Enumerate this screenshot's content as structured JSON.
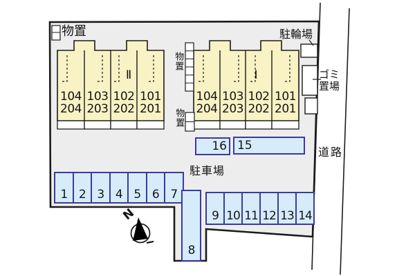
{
  "colors": {
    "site_fill": "#ededed",
    "building_fill": "#f8f2c4",
    "parking_fill": "#d6ecfa",
    "parking_border": "#3a3aa0",
    "outline": "#1b1b1b"
  },
  "labels": {
    "storage_top": "物置",
    "storage_between_upper": "物置",
    "storage_between_lower": "物置",
    "bicycle_parking": "駐輪場",
    "garbage_line1": "ゴミ",
    "garbage_line2": "置場",
    "road": "道路",
    "parking_lot": "駐車場",
    "north": "N"
  },
  "buildings": [
    {
      "label": "Ⅱ",
      "units": [
        {
          "line1": "104",
          "line2": "204"
        },
        {
          "line1": "103",
          "line2": "203"
        },
        {
          "line1": "102",
          "line2": "202"
        },
        {
          "line1": "101",
          "line2": "201"
        }
      ]
    },
    {
      "label": "Ⅰ",
      "units": [
        {
          "line1": "104",
          "line2": "204"
        },
        {
          "line1": "103",
          "line2": "203"
        },
        {
          "line1": "102",
          "line2": "202"
        },
        {
          "line1": "101",
          "line2": "201"
        }
      ]
    }
  ],
  "parking": {
    "spaces_row_front": [
      "1",
      "2",
      "3",
      "4",
      "5",
      "6",
      "7"
    ],
    "space_driveway": "8",
    "spaces_row_back": [
      "9",
      "10",
      "11",
      "12",
      "13",
      "14"
    ],
    "space_15": "15",
    "space_16": "16"
  }
}
